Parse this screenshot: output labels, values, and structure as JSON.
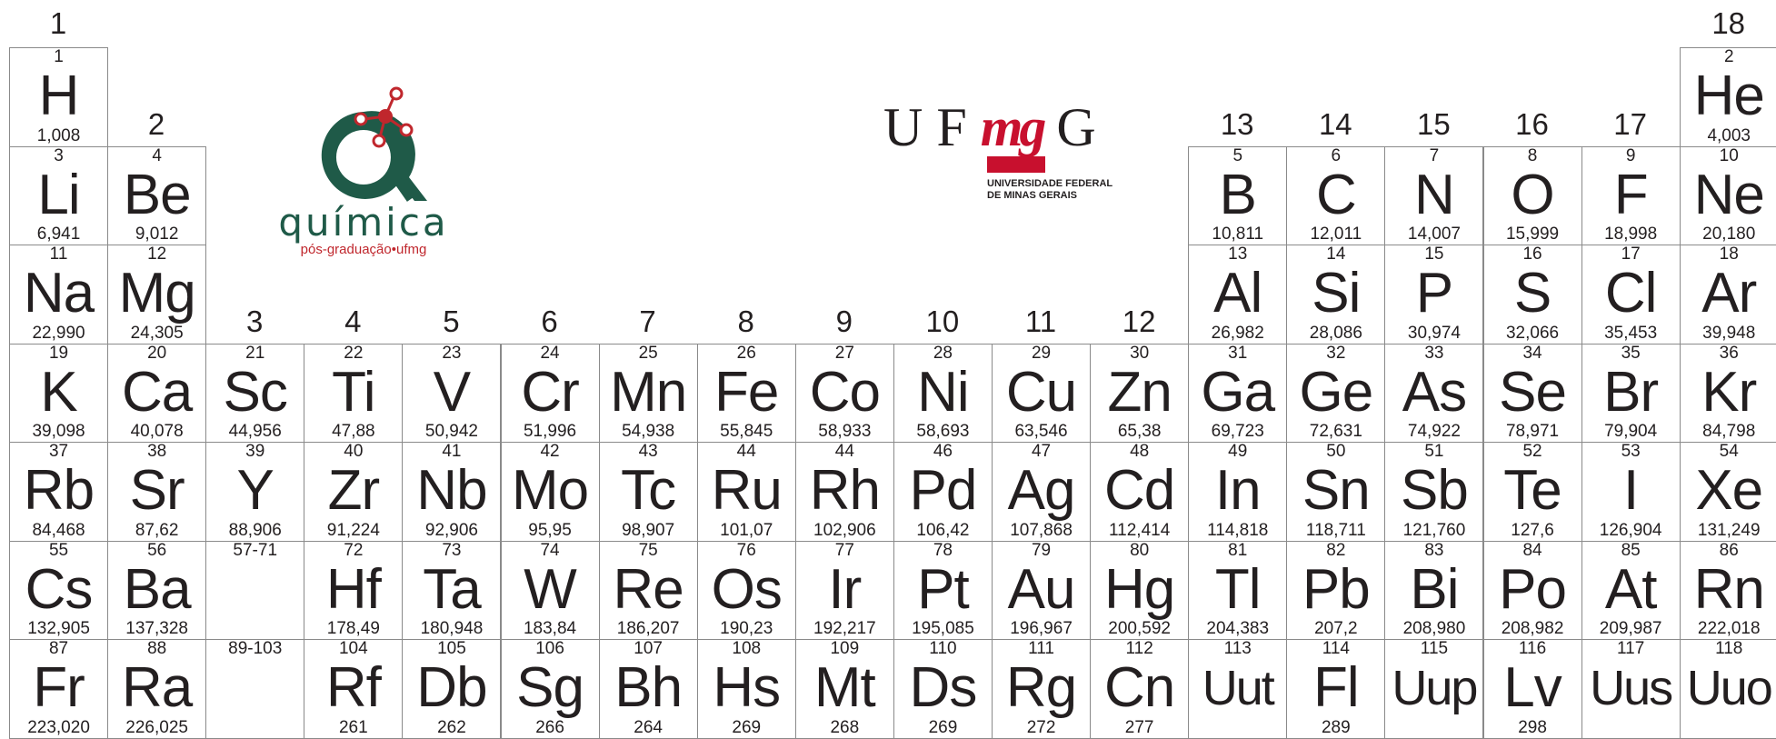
{
  "groups": [
    {
      "n": "1",
      "col": 1,
      "row": 0
    },
    {
      "n": "2",
      "col": 2,
      "row": 1
    },
    {
      "n": "3",
      "col": 3,
      "row": 3
    },
    {
      "n": "4",
      "col": 4,
      "row": 3
    },
    {
      "n": "5",
      "col": 5,
      "row": 3
    },
    {
      "n": "6",
      "col": 6,
      "row": 3
    },
    {
      "n": "7",
      "col": 7,
      "row": 3
    },
    {
      "n": "8",
      "col": 8,
      "row": 3
    },
    {
      "n": "9",
      "col": 9,
      "row": 3
    },
    {
      "n": "10",
      "col": 10,
      "row": 3
    },
    {
      "n": "11",
      "col": 11,
      "row": 3
    },
    {
      "n": "12",
      "col": 12,
      "row": 3
    },
    {
      "n": "13",
      "col": 13,
      "row": 1
    },
    {
      "n": "14",
      "col": 14,
      "row": 1
    },
    {
      "n": "15",
      "col": 15,
      "row": 1
    },
    {
      "n": "16",
      "col": 16,
      "row": 1
    },
    {
      "n": "17",
      "col": 17,
      "row": 1
    },
    {
      "n": "18",
      "col": 18,
      "row": 0
    }
  ],
  "elements": [
    {
      "num": "1",
      "sym": "H",
      "mass": "1,008",
      "col": 1,
      "row": 1
    },
    {
      "num": "2",
      "sym": "He",
      "mass": "4,003",
      "col": 18,
      "row": 1
    },
    {
      "num": "3",
      "sym": "Li",
      "mass": "6,941",
      "col": 1,
      "row": 2
    },
    {
      "num": "4",
      "sym": "Be",
      "mass": "9,012",
      "col": 2,
      "row": 2
    },
    {
      "num": "5",
      "sym": "B",
      "mass": "10,811",
      "col": 13,
      "row": 2
    },
    {
      "num": "6",
      "sym": "C",
      "mass": "12,011",
      "col": 14,
      "row": 2
    },
    {
      "num": "7",
      "sym": "N",
      "mass": "14,007",
      "col": 15,
      "row": 2
    },
    {
      "num": "8",
      "sym": "O",
      "mass": "15,999",
      "col": 16,
      "row": 2
    },
    {
      "num": "9",
      "sym": "F",
      "mass": "18,998",
      "col": 17,
      "row": 2
    },
    {
      "num": "10",
      "sym": "Ne",
      "mass": "20,180",
      "col": 18,
      "row": 2
    },
    {
      "num": "11",
      "sym": "Na",
      "mass": "22,990",
      "col": 1,
      "row": 3
    },
    {
      "num": "12",
      "sym": "Mg",
      "mass": "24,305",
      "col": 2,
      "row": 3
    },
    {
      "num": "13",
      "sym": "Al",
      "mass": "26,982",
      "col": 13,
      "row": 3
    },
    {
      "num": "14",
      "sym": "Si",
      "mass": "28,086",
      "col": 14,
      "row": 3
    },
    {
      "num": "15",
      "sym": "P",
      "mass": "30,974",
      "col": 15,
      "row": 3
    },
    {
      "num": "16",
      "sym": "S",
      "mass": "32,066",
      "col": 16,
      "row": 3
    },
    {
      "num": "17",
      "sym": "Cl",
      "mass": "35,453",
      "col": 17,
      "row": 3
    },
    {
      "num": "18",
      "sym": "Ar",
      "mass": "39,948",
      "col": 18,
      "row": 3
    },
    {
      "num": "19",
      "sym": "K",
      "mass": "39,098",
      "col": 1,
      "row": 4
    },
    {
      "num": "20",
      "sym": "Ca",
      "mass": "40,078",
      "col": 2,
      "row": 4
    },
    {
      "num": "21",
      "sym": "Sc",
      "mass": "44,956",
      "col": 3,
      "row": 4
    },
    {
      "num": "22",
      "sym": "Ti",
      "mass": "47,88",
      "col": 4,
      "row": 4
    },
    {
      "num": "23",
      "sym": "V",
      "mass": "50,942",
      "col": 5,
      "row": 4
    },
    {
      "num": "24",
      "sym": "Cr",
      "mass": "51,996",
      "col": 6,
      "row": 4
    },
    {
      "num": "25",
      "sym": "Mn",
      "mass": "54,938",
      "col": 7,
      "row": 4
    },
    {
      "num": "26",
      "sym": "Fe",
      "mass": "55,845",
      "col": 8,
      "row": 4
    },
    {
      "num": "27",
      "sym": "Co",
      "mass": "58,933",
      "col": 9,
      "row": 4
    },
    {
      "num": "28",
      "sym": "Ni",
      "mass": "58,693",
      "col": 10,
      "row": 4
    },
    {
      "num": "29",
      "sym": "Cu",
      "mass": "63,546",
      "col": 11,
      "row": 4
    },
    {
      "num": "30",
      "sym": "Zn",
      "mass": "65,38",
      "col": 12,
      "row": 4
    },
    {
      "num": "31",
      "sym": "Ga",
      "mass": "69,723",
      "col": 13,
      "row": 4
    },
    {
      "num": "32",
      "sym": "Ge",
      "mass": "72,631",
      "col": 14,
      "row": 4
    },
    {
      "num": "33",
      "sym": "As",
      "mass": "74,922",
      "col": 15,
      "row": 4
    },
    {
      "num": "34",
      "sym": "Se",
      "mass": "78,971",
      "col": 16,
      "row": 4
    },
    {
      "num": "35",
      "sym": "Br",
      "mass": "79,904",
      "col": 17,
      "row": 4
    },
    {
      "num": "36",
      "sym": "Kr",
      "mass": "84,798",
      "col": 18,
      "row": 4
    },
    {
      "num": "37",
      "sym": "Rb",
      "mass": "84,468",
      "col": 1,
      "row": 5
    },
    {
      "num": "38",
      "sym": "Sr",
      "mass": "87,62",
      "col": 2,
      "row": 5
    },
    {
      "num": "39",
      "sym": "Y",
      "mass": "88,906",
      "col": 3,
      "row": 5
    },
    {
      "num": "40",
      "sym": "Zr",
      "mass": "91,224",
      "col": 4,
      "row": 5
    },
    {
      "num": "41",
      "sym": "Nb",
      "mass": "92,906",
      "col": 5,
      "row": 5
    },
    {
      "num": "42",
      "sym": "Mo",
      "mass": "95,95",
      "col": 6,
      "row": 5
    },
    {
      "num": "43",
      "sym": "Tc",
      "mass": "98,907",
      "col": 7,
      "row": 5
    },
    {
      "num": "44",
      "sym": "Ru",
      "mass": "101,07",
      "col": 8,
      "row": 5
    },
    {
      "num": "44",
      "sym": "Rh",
      "mass": "102,906",
      "col": 9,
      "row": 5
    },
    {
      "num": "46",
      "sym": "Pd",
      "mass": "106,42",
      "col": 10,
      "row": 5
    },
    {
      "num": "47",
      "sym": "Ag",
      "mass": "107,868",
      "col": 11,
      "row": 5
    },
    {
      "num": "48",
      "sym": "Cd",
      "mass": "112,414",
      "col": 12,
      "row": 5
    },
    {
      "num": "49",
      "sym": "In",
      "mass": "114,818",
      "col": 13,
      "row": 5
    },
    {
      "num": "50",
      "sym": "Sn",
      "mass": "118,711",
      "col": 14,
      "row": 5
    },
    {
      "num": "51",
      "sym": "Sb",
      "mass": "121,760",
      "col": 15,
      "row": 5
    },
    {
      "num": "52",
      "sym": "Te",
      "mass": "127,6",
      "col": 16,
      "row": 5
    },
    {
      "num": "53",
      "sym": "I",
      "mass": "126,904",
      "col": 17,
      "row": 5
    },
    {
      "num": "54",
      "sym": "Xe",
      "mass": "131,249",
      "col": 18,
      "row": 5
    },
    {
      "num": "55",
      "sym": "Cs",
      "mass": "132,905",
      "col": 1,
      "row": 6
    },
    {
      "num": "56",
      "sym": "Ba",
      "mass": "137,328",
      "col": 2,
      "row": 6
    },
    {
      "num": "57-71",
      "sym": "",
      "mass": "",
      "col": 3,
      "row": 6
    },
    {
      "num": "72",
      "sym": "Hf",
      "mass": "178,49",
      "col": 4,
      "row": 6
    },
    {
      "num": "73",
      "sym": "Ta",
      "mass": "180,948",
      "col": 5,
      "row": 6
    },
    {
      "num": "74",
      "sym": "W",
      "mass": "183,84",
      "col": 6,
      "row": 6
    },
    {
      "num": "75",
      "sym": "Re",
      "mass": "186,207",
      "col": 7,
      "row": 6
    },
    {
      "num": "76",
      "sym": "Os",
      "mass": "190,23",
      "col": 8,
      "row": 6
    },
    {
      "num": "77",
      "sym": "Ir",
      "mass": "192,217",
      "col": 9,
      "row": 6
    },
    {
      "num": "78",
      "sym": "Pt",
      "mass": "195,085",
      "col": 10,
      "row": 6
    },
    {
      "num": "79",
      "sym": "Au",
      "mass": "196,967",
      "col": 11,
      "row": 6
    },
    {
      "num": "80",
      "sym": "Hg",
      "mass": "200,592",
      "col": 12,
      "row": 6
    },
    {
      "num": "81",
      "sym": "Tl",
      "mass": "204,383",
      "col": 13,
      "row": 6
    },
    {
      "num": "82",
      "sym": "Pb",
      "mass": "207,2",
      "col": 14,
      "row": 6
    },
    {
      "num": "83",
      "sym": "Bi",
      "mass": "208,980",
      "col": 15,
      "row": 6
    },
    {
      "num": "84",
      "sym": "Po",
      "mass": "208,982",
      "col": 16,
      "row": 6
    },
    {
      "num": "85",
      "sym": "At",
      "mass": "209,987",
      "col": 17,
      "row": 6
    },
    {
      "num": "86",
      "sym": "Rn",
      "mass": "222,018",
      "col": 18,
      "row": 6
    },
    {
      "num": "87",
      "sym": "Fr",
      "mass": "223,020",
      "col": 1,
      "row": 7
    },
    {
      "num": "88",
      "sym": "Ra",
      "mass": "226,025",
      "col": 2,
      "row": 7
    },
    {
      "num": "89-103",
      "sym": "",
      "mass": "",
      "col": 3,
      "row": 7
    },
    {
      "num": "104",
      "sym": "Rf",
      "mass": "261",
      "col": 4,
      "row": 7
    },
    {
      "num": "105",
      "sym": "Db",
      "mass": "262",
      "col": 5,
      "row": 7
    },
    {
      "num": "106",
      "sym": "Sg",
      "mass": "266",
      "col": 6,
      "row": 7
    },
    {
      "num": "107",
      "sym": "Bh",
      "mass": "264",
      "col": 7,
      "row": 7
    },
    {
      "num": "108",
      "sym": "Hs",
      "mass": "269",
      "col": 8,
      "row": 7
    },
    {
      "num": "109",
      "sym": "Mt",
      "mass": "268",
      "col": 9,
      "row": 7
    },
    {
      "num": "110",
      "sym": "Ds",
      "mass": "269",
      "col": 10,
      "row": 7
    },
    {
      "num": "111",
      "sym": "Rg",
      "mass": "272",
      "col": 11,
      "row": 7
    },
    {
      "num": "112",
      "sym": "Cn",
      "mass": "277",
      "col": 12,
      "row": 7
    },
    {
      "num": "113",
      "sym": "Uut",
      "mass": "",
      "col": 13,
      "row": 7
    },
    {
      "num": "114",
      "sym": "Fl",
      "mass": "289",
      "col": 14,
      "row": 7
    },
    {
      "num": "115",
      "sym": "Uup",
      "mass": "",
      "col": 15,
      "row": 7
    },
    {
      "num": "116",
      "sym": "Lv",
      "mass": "298",
      "col": 16,
      "row": 7
    },
    {
      "num": "117",
      "sym": "Uus",
      "mass": "",
      "col": 17,
      "row": 7
    },
    {
      "num": "118",
      "sym": "Uuo",
      "mass": "",
      "col": 18,
      "row": 7
    }
  ],
  "logos": {
    "quimica": {
      "word": "química",
      "sub": "pós-graduação•ufmg",
      "color": "#1f5a48",
      "accent": "#c0272d"
    },
    "ufmg": {
      "u": "U",
      "f": "F",
      "mg": "mg",
      "g": "G",
      "sub_line1": "UNIVERSIDADE FEDERAL",
      "sub_line2": "DE MINAS GERAIS",
      "accent": "#c8102e"
    }
  }
}
